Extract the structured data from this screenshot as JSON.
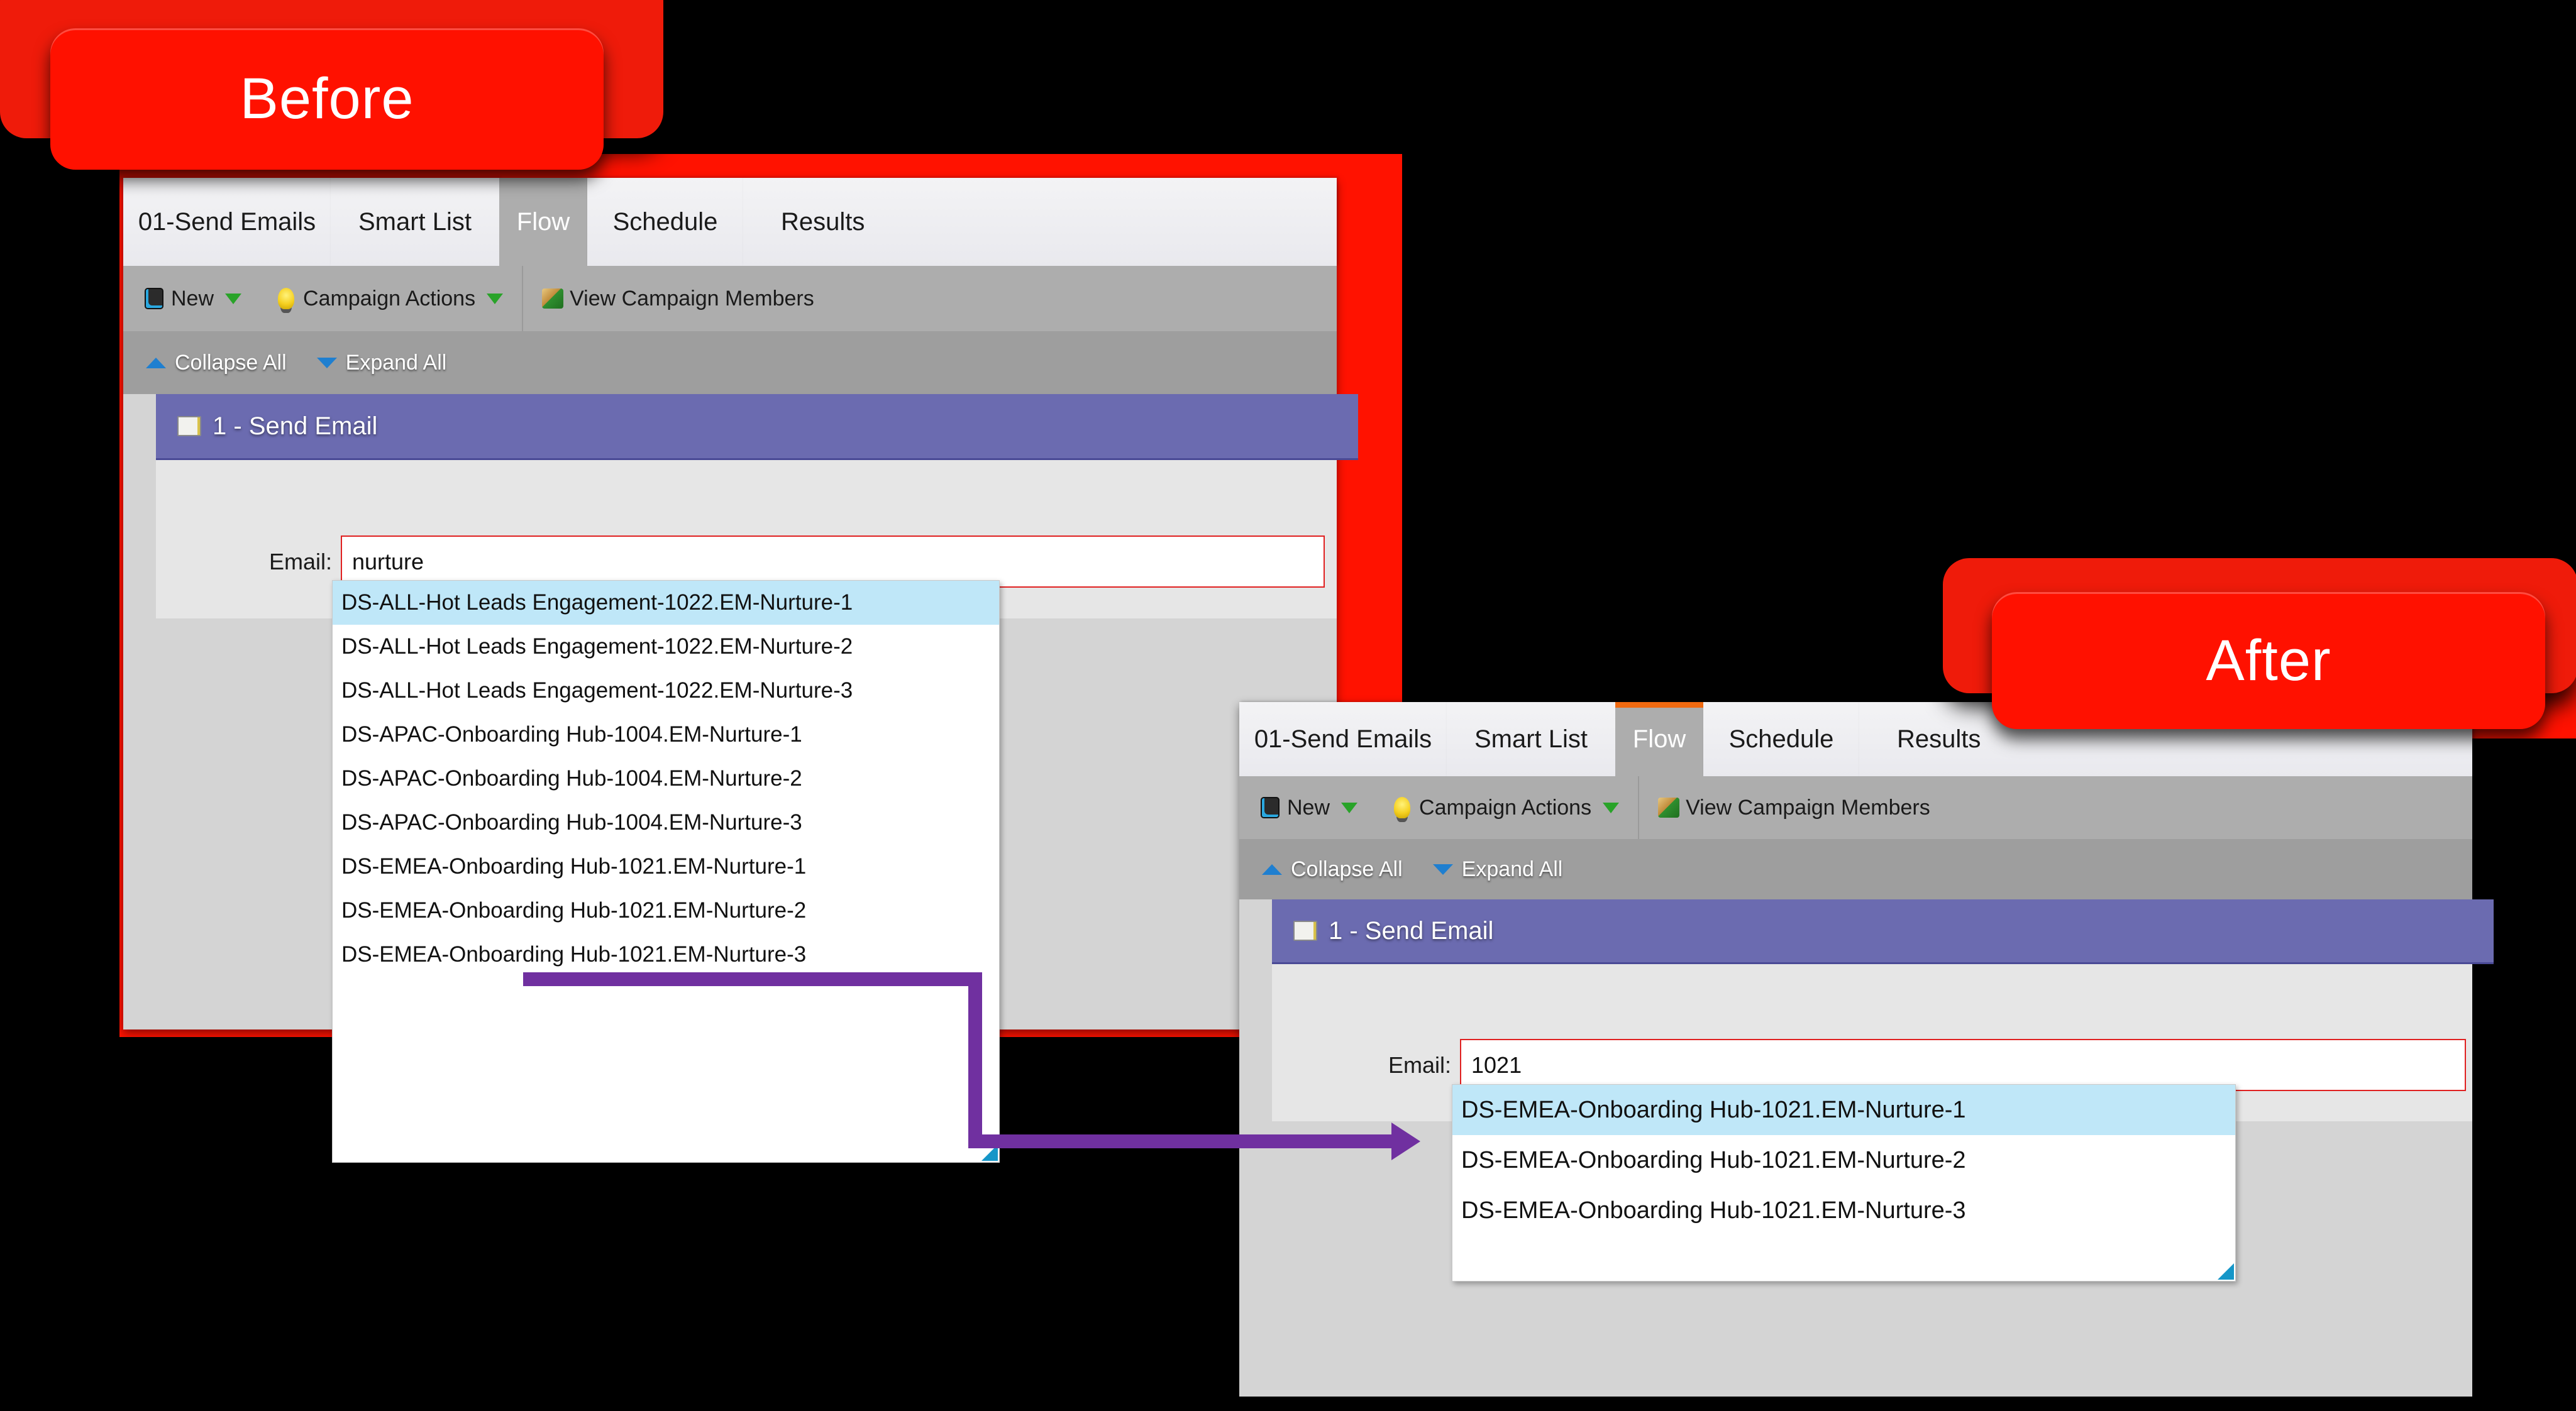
{
  "badges": {
    "before": {
      "label": "Before"
    },
    "after": {
      "label": "After"
    }
  },
  "colors": {
    "badge_red": "#ff1100",
    "frame_red": "#ff1200",
    "connector_purple": "#7030a0",
    "tab_active_bg": "#adadad",
    "tab_accent_orange": "#f06a11",
    "step_header_purple": "#6b6bb0",
    "dropdown_selected_blue": "#bfe7f8",
    "input_border_red": "#e02020",
    "resize_handle_cyan": "#1596c8"
  },
  "before_panel": {
    "tabs": [
      {
        "label": "01-Send Emails",
        "active": false
      },
      {
        "label": "Smart List",
        "active": false
      },
      {
        "label": "Flow",
        "active": true
      },
      {
        "label": "Schedule",
        "active": false
      },
      {
        "label": "Results",
        "active": false
      }
    ],
    "toolbar": {
      "new_label": "New",
      "new_icon": "new-folder-icon",
      "new_caret": "caret-down-green-icon",
      "campaign_actions_label": "Campaign Actions",
      "campaign_actions_icon": "lightbulb-icon",
      "campaign_actions_caret": "caret-down-green-icon",
      "view_members_label": "View Campaign Members",
      "view_members_icon": "people-arrow-icon"
    },
    "toolbar2": {
      "collapse_all_label": "Collapse All",
      "collapse_all_icon": "triangle-up-blue-icon",
      "expand_all_label": "Expand All",
      "expand_all_icon": "triangle-down-blue-icon"
    },
    "step": {
      "title": "1 - Send Email",
      "icon": "email-card-icon"
    },
    "form": {
      "email_label": "Email:",
      "email_value": "nurture"
    },
    "dropdown": {
      "selected_index": 0,
      "options": [
        "DS-ALL-Hot Leads Engagement-1022.EM-Nurture-1",
        "DS-ALL-Hot Leads Engagement-1022.EM-Nurture-2",
        "DS-ALL-Hot Leads Engagement-1022.EM-Nurture-3",
        "DS-APAC-Onboarding Hub-1004.EM-Nurture-1",
        "DS-APAC-Onboarding Hub-1004.EM-Nurture-2",
        "DS-APAC-Onboarding Hub-1004.EM-Nurture-3",
        "DS-EMEA-Onboarding Hub-1021.EM-Nurture-1",
        "DS-EMEA-Onboarding Hub-1021.EM-Nurture-2",
        "DS-EMEA-Onboarding Hub-1021.EM-Nurture-3"
      ]
    }
  },
  "after_panel": {
    "tabs": [
      {
        "label": "01-Send Emails",
        "active": false
      },
      {
        "label": "Smart List",
        "active": false
      },
      {
        "label": "Flow",
        "active": true
      },
      {
        "label": "Schedule",
        "active": false
      },
      {
        "label": "Results",
        "active": false
      }
    ],
    "toolbar": {
      "new_label": "New",
      "new_icon": "new-folder-icon",
      "new_caret": "caret-down-green-icon",
      "campaign_actions_label": "Campaign Actions",
      "campaign_actions_icon": "lightbulb-icon",
      "campaign_actions_caret": "caret-down-green-icon",
      "view_members_label": "View Campaign Members",
      "view_members_icon": "people-arrow-icon"
    },
    "toolbar2": {
      "collapse_all_label": "Collapse All",
      "collapse_all_icon": "triangle-up-blue-icon",
      "expand_all_label": "Expand All",
      "expand_all_icon": "triangle-down-blue-icon"
    },
    "step": {
      "title": "1 - Send Email",
      "icon": "email-card-icon"
    },
    "form": {
      "email_label": "Email:",
      "email_value": "1021"
    },
    "dropdown": {
      "selected_index": 0,
      "options": [
        "DS-EMEA-Onboarding Hub-1021.EM-Nurture-1",
        "DS-EMEA-Onboarding Hub-1021.EM-Nurture-2",
        "DS-EMEA-Onboarding Hub-1021.EM-Nurture-3"
      ]
    }
  }
}
